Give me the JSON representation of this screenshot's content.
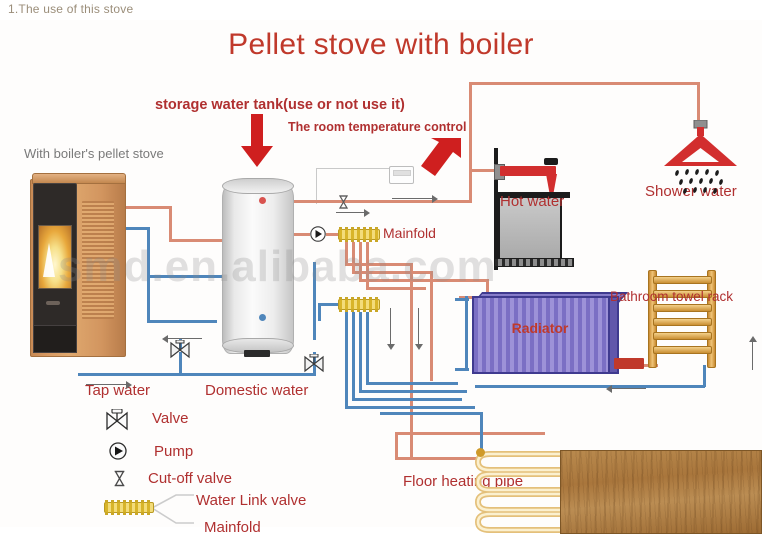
{
  "header": {
    "caption": "1.The use of this stove"
  },
  "diagram": {
    "title": "Pellet stove with boiler",
    "watermark": "smd.en.alibaba.com",
    "labels": {
      "stove": "With boiler's pellet stove",
      "storage_tank": "storage water tank(use or not use it)",
      "room_temp_control": "The room temperature control",
      "mainfold": "Mainfold",
      "hot_water": "Hot water",
      "shower_water": "Shower water",
      "bathroom_towel_rack": "Bathroom towel rack",
      "radiator": "Radiator",
      "tap_water": "Tap water",
      "domestic_water": "Domestic water",
      "floor_heating_pipe": "Floor heating pipe"
    }
  },
  "legend": {
    "items": [
      {
        "icon": "valve-icon",
        "label": "Valve"
      },
      {
        "icon": "pump-icon",
        "label": "Pump"
      },
      {
        "icon": "cutoff-valve-icon",
        "label": "Cut-off valve"
      },
      {
        "icon": "water-link-valve-icon",
        "label": "Water Link valve"
      },
      {
        "icon": "mainfold-icon",
        "label": "Mainfold"
      }
    ]
  },
  "colors": {
    "title_red": "#c0392b",
    "label_red": "#b03030",
    "hot_pipe": "#d98b74",
    "cold_pipe": "#4f86bb",
    "manifold_gold": "#d8b42a",
    "radiator_purple": "#7b6fc4",
    "stove_orange": "#d89a63",
    "shower_red": "#d22e2e",
    "towel_gold": "#c88a30",
    "wood_floor": "#a9763c",
    "header_text": "#9b8e7a"
  }
}
